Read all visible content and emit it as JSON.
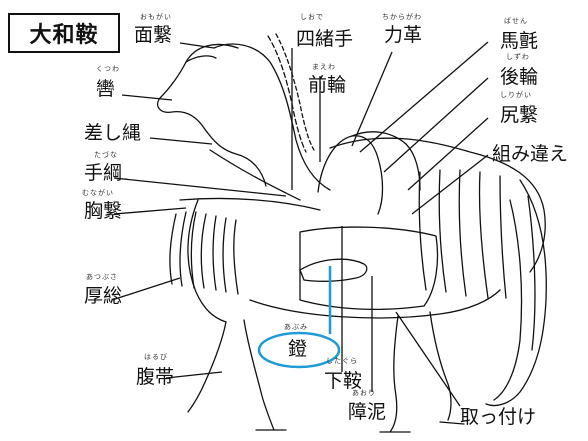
{
  "title": "大和鞍",
  "labels": {
    "omogai": {
      "text": "面繋",
      "ruby": "おもがい"
    },
    "kutsuwa": {
      "text": "轡",
      "ruby": "くつわ"
    },
    "sashinawa": {
      "text": "差し縄",
      "ruby": ""
    },
    "tazuna": {
      "text": "手綱",
      "ruby": "たづな"
    },
    "munagai": {
      "text": "胸繋",
      "ruby": "むながい"
    },
    "atsubusa": {
      "text": "厚総",
      "ruby": "あつぶさ"
    },
    "haraobi": {
      "text": "腹帯",
      "ruby": "はるび"
    },
    "abumi": {
      "text": "鐙",
      "ruby": "あぶみ"
    },
    "shitagura": {
      "text": "下鞍",
      "ruby": "したぐら"
    },
    "aori": {
      "text": "障泥",
      "ruby": "あおり"
    },
    "shiode": {
      "text": "四緒手",
      "ruby": "しおで"
    },
    "chikaragawa": {
      "text": "力革",
      "ruby": "ちからがわ"
    },
    "maewa": {
      "text": "前輪",
      "ruby": "まえわ"
    },
    "basen": {
      "text": "馬氈",
      "ruby": "ばせん"
    },
    "shizuwa": {
      "text": "後輪",
      "ruby": "しずわ"
    },
    "shirigai": {
      "text": "尻繋",
      "ruby": "しりがい"
    },
    "kumichigae": {
      "text": "組み違え",
      "ruby": ""
    },
    "tottsuke": {
      "text": "取っ付け",
      "ruby": ""
    }
  },
  "colors": {
    "ink": "#111111",
    "highlight": "#1e9bd7"
  }
}
